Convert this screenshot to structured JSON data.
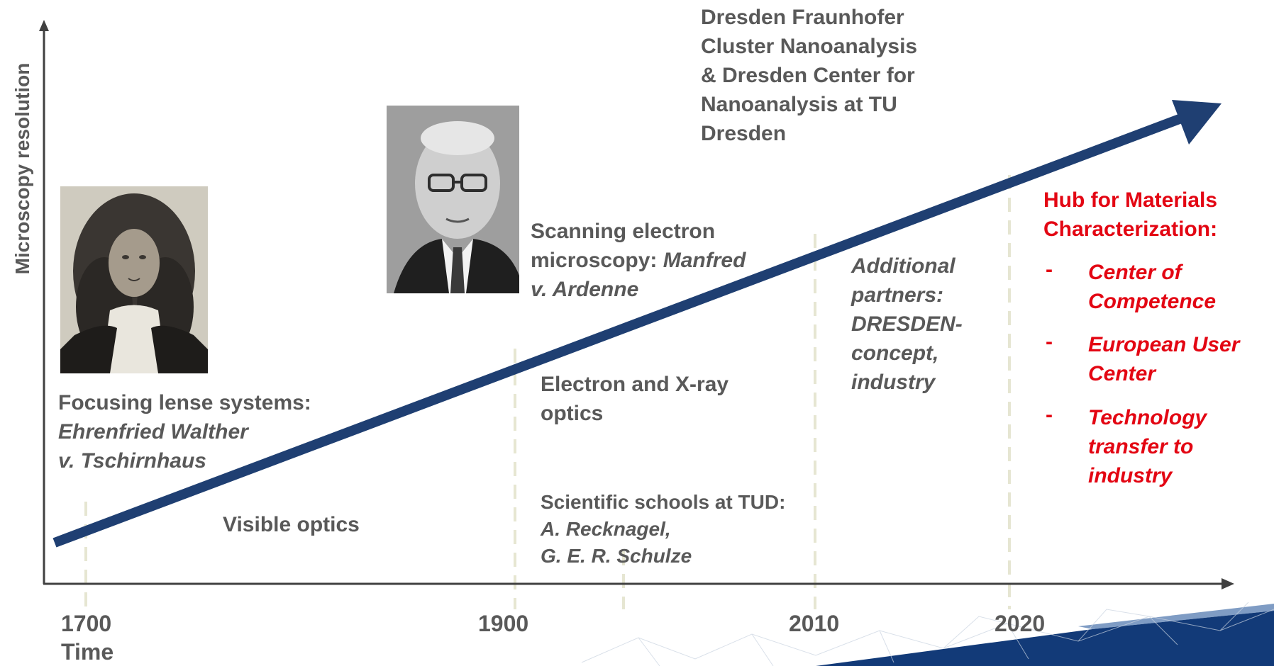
{
  "axes": {
    "y_label": "Microscopy resolution",
    "x_label": "Time",
    "ticks": [
      "1700",
      "1900",
      "2010",
      "2020"
    ]
  },
  "eras": {
    "visible_optics": "Visible optics",
    "electron_xray": "Electron and X-ray optics"
  },
  "milestones": {
    "tschirnhaus": {
      "title": "Focusing lense systems:",
      "name_line1": "Ehrenfried Walther",
      "name_line2": "v. Tschirnhaus"
    },
    "ardenne": {
      "title_line1": "Scanning electron",
      "title_line2": "microscopy:",
      "name_part1": "Manfred",
      "name_part2": "v. Ardenne"
    },
    "tud_schools": {
      "title": "Scientific schools at TUD:",
      "name_line1": "A. Recknagel,",
      "name_line2": "G. E. R. Schulze"
    },
    "fraunhofer": {
      "lines": [
        "Dresden Fraunhofer",
        "Cluster Nanoanalysis",
        "& Dresden Center for",
        "Nanoanalysis at TU",
        "Dresden"
      ]
    },
    "partners": {
      "lines": [
        "Additional",
        "partners:",
        "DRESDEN-",
        "concept,",
        "industry"
      ]
    },
    "hub": {
      "title_line1": "Hub for Materials",
      "title_line2": "Characterization:",
      "bullets": [
        {
          "dash": "-",
          "line1": "Center of",
          "line2": "Competence"
        },
        {
          "dash": "-",
          "line1": "European User",
          "line2": "Center"
        },
        {
          "dash": "-",
          "line1": "Technology",
          "line2": "transfer to",
          "line3": "industry"
        }
      ]
    }
  },
  "colors": {
    "arrow": "#1f3f72",
    "axis": "#404040",
    "text": "#595959",
    "highlight": "#e30613",
    "dashed_guides": "#e6e6d2",
    "footer_band": "#123a78"
  },
  "images": {
    "portrait_left": "engraved-portrait-icon",
    "portrait_right": "photo-portrait-icon"
  }
}
